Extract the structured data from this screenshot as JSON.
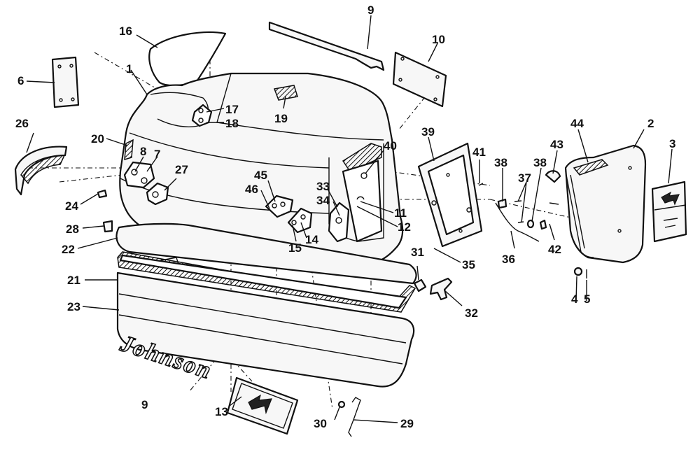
{
  "diagram": {
    "callouts": {
      "c1": "1",
      "c2": "2",
      "c3": "3",
      "c4": "4",
      "c5": "5",
      "c6": "6",
      "c7": "7",
      "c8": "8",
      "c9a": "9",
      "c9b": "9",
      "c10": "10",
      "c11": "11",
      "c12": "12",
      "c13": "13",
      "c14": "14",
      "c15": "15",
      "c16": "16",
      "c17": "17",
      "c18": "18",
      "c19": "19",
      "c20": "20",
      "c21": "21",
      "c22": "22",
      "c23": "23",
      "c24": "24",
      "c26": "26",
      "c27": "27",
      "c28": "28",
      "c29": "29",
      "c30": "30",
      "c31": "31",
      "c32": "32",
      "c33": "33",
      "c34": "34",
      "c35": "35",
      "c36": "36",
      "c37": "37",
      "c38a": "38",
      "c38b": "38",
      "c39": "39",
      "c40": "40",
      "c41": "41",
      "c42": "42",
      "c43": "43",
      "c44": "44",
      "c45": "45",
      "c46": "46"
    },
    "emblem_text": "Johnson"
  }
}
